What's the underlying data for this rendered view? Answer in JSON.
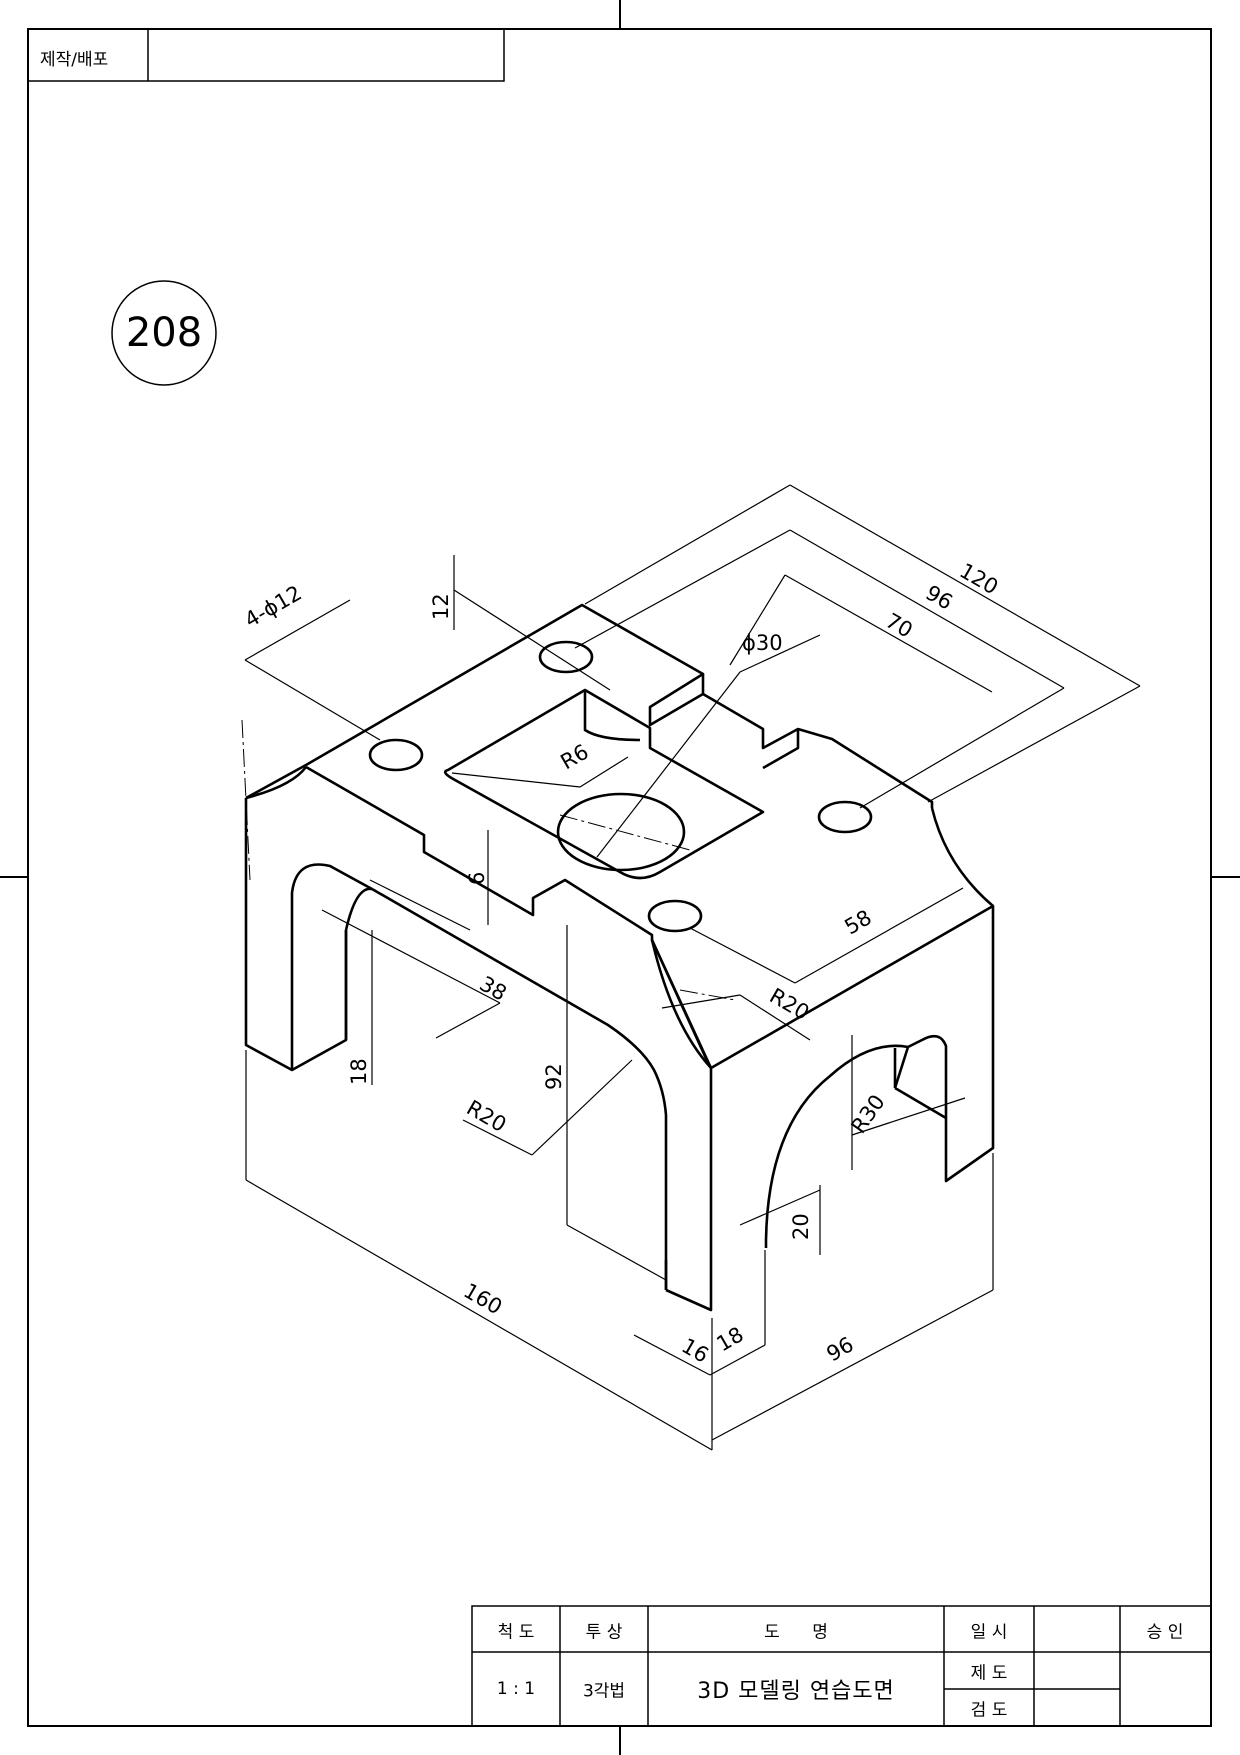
{
  "header": {
    "distribution_label": "제작/배포",
    "distribution_value": ""
  },
  "problem_number": "208",
  "dimensions": {
    "hole_pattern": "4-ϕ12",
    "center_hole": "ϕ30",
    "top_thickness": "12",
    "length_overall": "120",
    "hole_spacing_long": "96",
    "pocket_length": "70",
    "pocket_fillet": "R6",
    "slot_depth": "6",
    "slot_width": "38",
    "hole_spacing_short": "58",
    "corner_radius_right": "R20",
    "corner_radius_left": "R20",
    "arch_radius": "R30",
    "height_overall": "92",
    "arch_height_left": "18",
    "arch_height_front": "20",
    "base_length": "160",
    "base_width": "96",
    "leg_width": "16",
    "leg_offset": "18"
  },
  "title_block": {
    "scale_label": "척 도",
    "scale_value": "1 : 1",
    "projection_label": "투 상",
    "projection_value": "3각법",
    "title_label": "도      명",
    "title_value": "3D 모델링 연습도면",
    "date_label": "일 시",
    "drawn_label": "제 도",
    "checked_label": "검 도",
    "approval_label": "승 인"
  }
}
